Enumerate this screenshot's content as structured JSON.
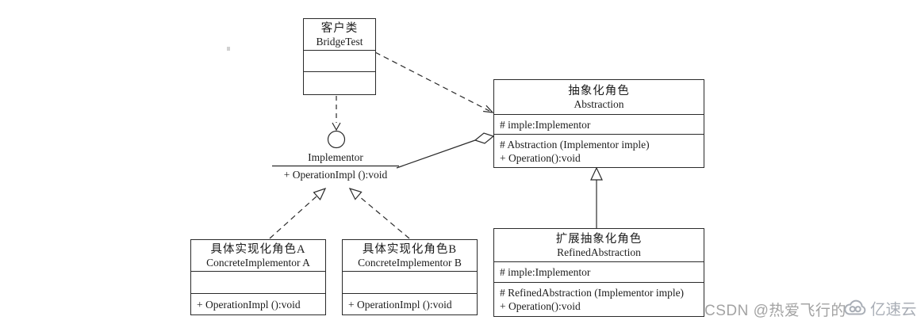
{
  "classes": {
    "client": {
      "cn": "客户类",
      "en": "BridgeTest"
    },
    "abstraction": {
      "cn": "抽象化角色",
      "en": "Abstraction",
      "attributes": [
        "# imple:Implementor"
      ],
      "methods": [
        "# Abstraction (Implementor imple)",
        "+ Operation():void"
      ]
    },
    "implementor": {
      "en": "Implementor",
      "method": "+ OperationImpl ():void"
    },
    "concrete_a": {
      "cn": "具体实现化角色A",
      "en": "ConcreteImplementor A",
      "methods": [
        "+ OperationImpl ():void"
      ]
    },
    "concrete_b": {
      "cn": "具体实现化角色B",
      "en": "ConcreteImplementor B",
      "methods": [
        "+ OperationImpl ():void"
      ]
    },
    "refined": {
      "cn": "扩展抽象化角色",
      "en": "RefinedAbstraction",
      "attributes": [
        "# imple:Implementor"
      ],
      "methods": [
        "# RefinedAbstraction (Implementor imple)",
        "+ Operation():void"
      ]
    }
  },
  "relationships": [
    {
      "type": "dependency",
      "from": "BridgeTest",
      "to": "Abstraction",
      "style": "dashed-open-arrow"
    },
    {
      "type": "dependency",
      "from": "BridgeTest",
      "to": "Implementor",
      "style": "dashed-open-arrow-to-lollipop"
    },
    {
      "type": "aggregation",
      "from": "Implementor",
      "to": "Abstraction",
      "style": "solid-open-diamond"
    },
    {
      "type": "generalization",
      "from": "RefinedAbstraction",
      "to": "Abstraction",
      "style": "solid-hollow-triangle"
    },
    {
      "type": "realization",
      "from": "ConcreteImplementor A",
      "to": "Implementor",
      "style": "dashed-hollow-triangle"
    },
    {
      "type": "realization",
      "from": "ConcreteImplementor B",
      "to": "Implementor",
      "style": "dashed-hollow-triangle"
    }
  ],
  "watermark": {
    "csdn_text": "CSDN @热爱飞行的",
    "logo_text": "亿速云"
  },
  "colors": {
    "line": "#2a2a2a",
    "watermark_text": "#a3a3a3",
    "logo": "#a9aeb6"
  }
}
